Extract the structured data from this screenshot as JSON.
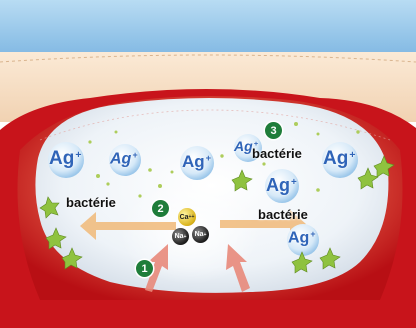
{
  "labels": {
    "bacteria_left": "bactérie",
    "bacteria_top_right": "bactérie",
    "bacteria_mid_right": "bactérie"
  },
  "silver_ion": {
    "symbol": "Ag",
    "charge": "+"
  },
  "calcium_ion": {
    "symbol": "Ca",
    "charge": "++"
  },
  "sodium_ion": {
    "symbol": "Na",
    "charge": "+"
  },
  "steps": [
    "1",
    "2",
    "3"
  ],
  "colors": {
    "wound_red": "#c8141b",
    "gel_white": "#f2f6fa",
    "dressing_beige": "#f6e0c6",
    "sky_blue": "#9ecbea",
    "step_green": "#1f7d3a",
    "silver_blue": "#2f64b8",
    "bacteria_green": "#8fc23f",
    "arrow_orange": "#e8a25a"
  }
}
